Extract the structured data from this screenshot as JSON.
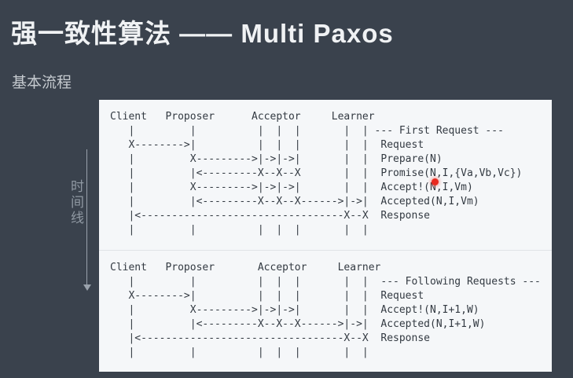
{
  "slide": {
    "title": "强一致性算法 —— Multi Paxos",
    "subtitle": "基本流程",
    "timeline_label": "时间线"
  },
  "panel": {
    "blocks": [
      {
        "id": "first-request",
        "columns": [
          "Client",
          "Proposer",
          "Acceptor",
          "Learner"
        ],
        "phase_label": "--- First Request ---",
        "messages": [
          "Request",
          "Prepare(N)",
          "Promise(N,I,{Va,Vb,Vc})",
          "Accept!(N,I,Vm)",
          "Accepted(N,I,Vm)",
          "Response"
        ],
        "ascii": "Client   Proposer      Acceptor     Learner\n   |         |          |  |  |       |  | --- First Request ---\n   X-------->|          |  |  |       |  |  Request\n   |         X--------->|->|->|       |  |  Prepare(N)\n   |         |<---------X--X--X       |  |  Promise(N,I,{Va,Vb,Vc})\n   |         X--------->|->|->|       |  |  Accept!(N,I,Vm)\n   |         |<---------X--X--X------>|->|  Accepted(N,I,Vm)\n   |<---------------------------------X--X  Response\n   |         |          |  |  |       |  |"
      },
      {
        "id": "following-requests",
        "columns": [
          "Client",
          "Proposer",
          "Acceptor",
          "Learner"
        ],
        "phase_label": "--- Following Requests ---",
        "messages": [
          "Request",
          "Accept!(N,I+1,W)",
          "Accepted(N,I+1,W)",
          "Response"
        ],
        "ascii": "Client   Proposer       Acceptor     Learner\n   |         |          |  |  |       |  |  --- Following Requests ---\n   X-------->|          |  |  |       |  |  Request\n   |         X--------->|->|->|       |  |  Accept!(N,I+1,W)\n   |         |<---------X--X--X------>|->|  Accepted(N,I+1,W)\n   |<---------------------------------X--X  Response\n   |         |          |  |  |       |  |"
      }
    ]
  },
  "colors": {
    "background": "#3a424d",
    "panel_background": "#f5f7f9",
    "title_text": "#f0f2f4",
    "subtitle_text": "#c5cacf",
    "diagram_text": "#333a42",
    "timeline_gray": "#9aa2ac",
    "laser_dot": "#e8291f"
  }
}
